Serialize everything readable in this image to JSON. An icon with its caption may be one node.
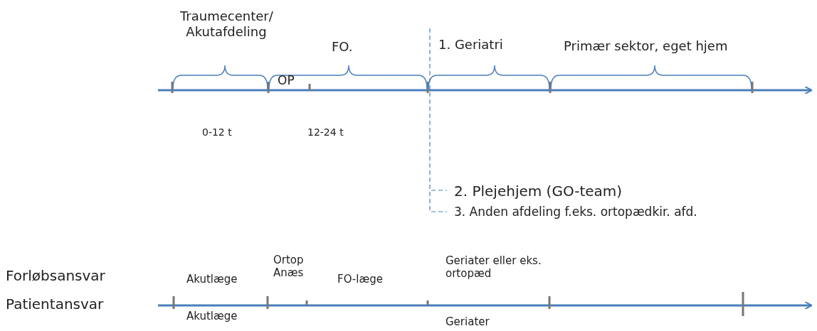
{
  "diagram": {
    "labels": [
      "Traumecenter/ Akutafdeling",
      "FO.",
      "1. Geriatri",
      "Primær sektor, eget hjem",
      "OP",
      "0-12 t",
      "12-24 t",
      "2. Plejehjem (GO-team)",
      "3. Anden afdeling f.eks. ortopædkir. afd.",
      "Ortop Anæs",
      "Geriater eller eks. ortopæd",
      "Forløbsansvar",
      "Akutlæge",
      "FO-læge",
      "Patientansvar",
      "Akutlæge",
      "Geriater"
    ]
  }
}
